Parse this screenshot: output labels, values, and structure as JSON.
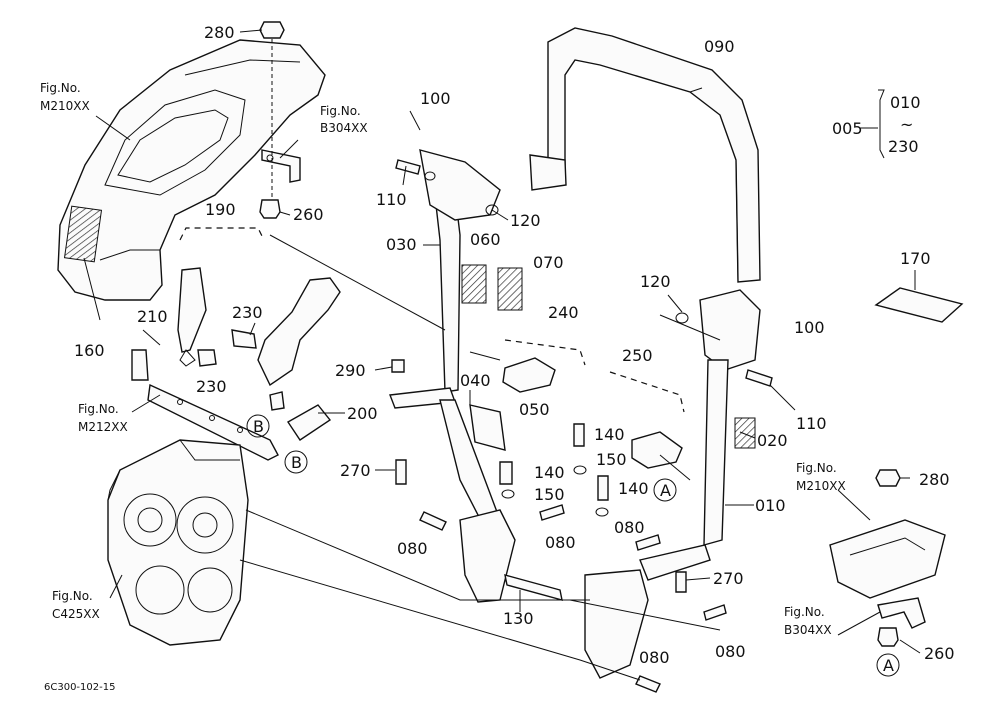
{
  "diagram": {
    "code": "6C300-102-15",
    "fig_refs": [
      {
        "label": "Fig.No.",
        "ref": "M210XX"
      },
      {
        "label": "Fig.No.",
        "ref": "B304XX"
      },
      {
        "label": "Fig.No.",
        "ref": "M212XX"
      },
      {
        "label": "Fig.No.",
        "ref": "C425XX"
      },
      {
        "label": "Fig.No.",
        "ref": "M210XX"
      },
      {
        "label": "Fig.No.",
        "ref": "B304XX"
      }
    ],
    "callouts": [
      "280",
      "260",
      "190",
      "100",
      "110",
      "120",
      "030",
      "060",
      "070",
      "240",
      "230",
      "210",
      "230",
      "160",
      "290",
      "040",
      "050",
      "200",
      "270",
      "140",
      "150",
      "140",
      "150",
      "140",
      "080",
      "080",
      "130",
      "080",
      "080",
      "080",
      "090",
      "120",
      "100",
      "110",
      "020",
      "250",
      "010",
      "270",
      "280",
      "260",
      "170"
    ],
    "range": {
      "main": "005",
      "from": "010",
      "tilde": "~",
      "to": "230"
    },
    "circle_marks": [
      "B",
      "B",
      "A",
      "A"
    ]
  }
}
